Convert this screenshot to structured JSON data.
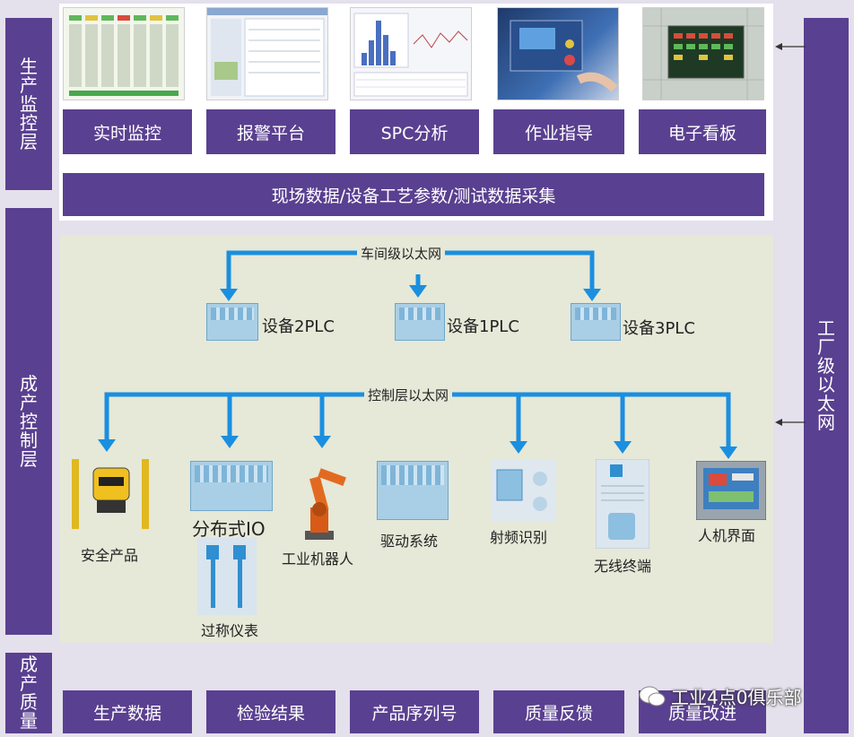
{
  "layers": {
    "monitor": [
      "生",
      "产",
      "监",
      "控",
      "层"
    ],
    "control": [
      "成",
      "产",
      "控",
      "制",
      "层"
    ],
    "quality": [
      "成",
      "产",
      "质",
      "量"
    ],
    "factory_net": [
      "工",
      "厂",
      "级",
      "以",
      "太",
      "网"
    ]
  },
  "monitor_buttons": [
    "实时监控",
    "报警平台",
    "SPC分析",
    "作业指导",
    "电子看板"
  ],
  "data_collection": "现场数据/设备工艺参数/测试数据采集",
  "workshop_net": {
    "label": "车间级以太网",
    "devices": [
      "设备2PLC",
      "设备1PLC",
      "设备3PLC"
    ]
  },
  "control_net": {
    "label": "控制层以太网",
    "devices": [
      "安全产品",
      "分布式IO",
      "工业机器人",
      "驱动系统",
      "射频识别",
      "无线终端",
      "人机界面"
    ],
    "sub_device": "过称仪表"
  },
  "quality_buttons": [
    "生产数据",
    "检验结果",
    "产品序列号",
    "质量反馈",
    "质量改进"
  ],
  "watermark": "工业4点0俱乐部",
  "colors": {
    "purple": "#5a4090",
    "arrow": "#1a8fe0",
    "panel": "#e6e8d8"
  }
}
